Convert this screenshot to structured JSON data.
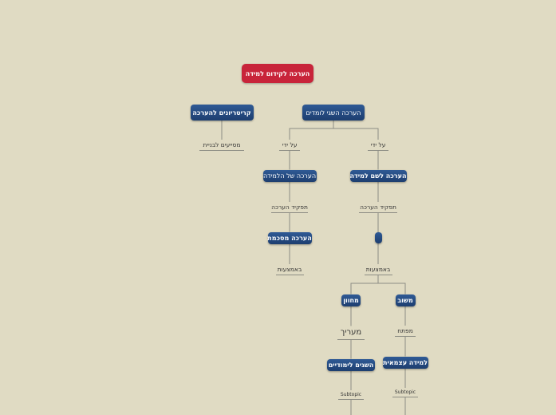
{
  "nodes": [
    {
      "id": "root",
      "kind": "root",
      "text": "הערכה לקידום למידה"
    },
    {
      "id": "criteria",
      "kind": "main",
      "bold": true,
      "text": "קריטריונים להערכה"
    },
    {
      "id": "criteria_label",
      "kind": "label",
      "text": "מסייעים לבניית"
    },
    {
      "id": "assess",
      "kind": "main",
      "text": "הערכה השגי לומדים"
    },
    {
      "id": "by_left",
      "kind": "label",
      "text": "על ידי"
    },
    {
      "id": "by_right",
      "kind": "label",
      "text": "על ידי"
    },
    {
      "id": "of_learning",
      "kind": "main",
      "text": "הערכה של הלמידה"
    },
    {
      "id": "for_learning",
      "kind": "main",
      "bold": true,
      "text": "הערכה לשם למידה"
    },
    {
      "id": "role_left",
      "kind": "label",
      "text": "תפקיד הערכה"
    },
    {
      "id": "role_right",
      "kind": "label",
      "text": "תפקיד הערכה"
    },
    {
      "id": "summative",
      "kind": "main",
      "bold": true,
      "text": "הערכה מסכמת"
    },
    {
      "id": "small_box",
      "kind": "main",
      "text": ""
    },
    {
      "id": "means_left",
      "kind": "label",
      "text": "באמצעות"
    },
    {
      "id": "means_right",
      "kind": "label",
      "text": "באמצעות"
    },
    {
      "id": "rubric",
      "kind": "main",
      "bold": true,
      "text": "מחוון"
    },
    {
      "id": "feedback",
      "kind": "main",
      "bold": true,
      "text": "משוב"
    },
    {
      "id": "evaluates",
      "kind": "label",
      "large": true,
      "text": "מעריך"
    },
    {
      "id": "develops",
      "kind": "label",
      "text": "מפתח"
    },
    {
      "id": "achievements",
      "kind": "main",
      "bold": true,
      "text": "השגים לימודיים"
    },
    {
      "id": "independent",
      "kind": "main",
      "bold": true,
      "text": "למידה עצמאית"
    },
    {
      "id": "subtopic_left",
      "kind": "label",
      "small": true,
      "text": "Subtopic"
    },
    {
      "id": "subtopic_right",
      "kind": "label",
      "small": true,
      "text": "Subtopic"
    }
  ],
  "edges": [
    [
      "criteria",
      "criteria_label"
    ],
    [
      "assess",
      "by_left"
    ],
    [
      "assess",
      "by_right"
    ],
    [
      "by_left",
      "of_learning"
    ],
    [
      "by_right",
      "for_learning"
    ],
    [
      "of_learning",
      "role_left"
    ],
    [
      "for_learning",
      "role_right"
    ],
    [
      "role_left",
      "summative"
    ],
    [
      "role_right",
      "small_box"
    ],
    [
      "summative",
      "means_left"
    ],
    [
      "small_box",
      "means_right"
    ],
    [
      "means_right",
      "rubric"
    ],
    [
      "means_right",
      "feedback"
    ],
    [
      "rubric",
      "evaluates"
    ],
    [
      "feedback",
      "develops"
    ],
    [
      "evaluates",
      "achievements"
    ],
    [
      "develops",
      "independent"
    ],
    [
      "achievements",
      "subtopic_left"
    ],
    [
      "independent",
      "subtopic_right"
    ]
  ],
  "colors": {
    "background": "#e0dbc3",
    "root": "#c8243a",
    "topic": "#2a5188",
    "line": "#8d8d84"
  }
}
